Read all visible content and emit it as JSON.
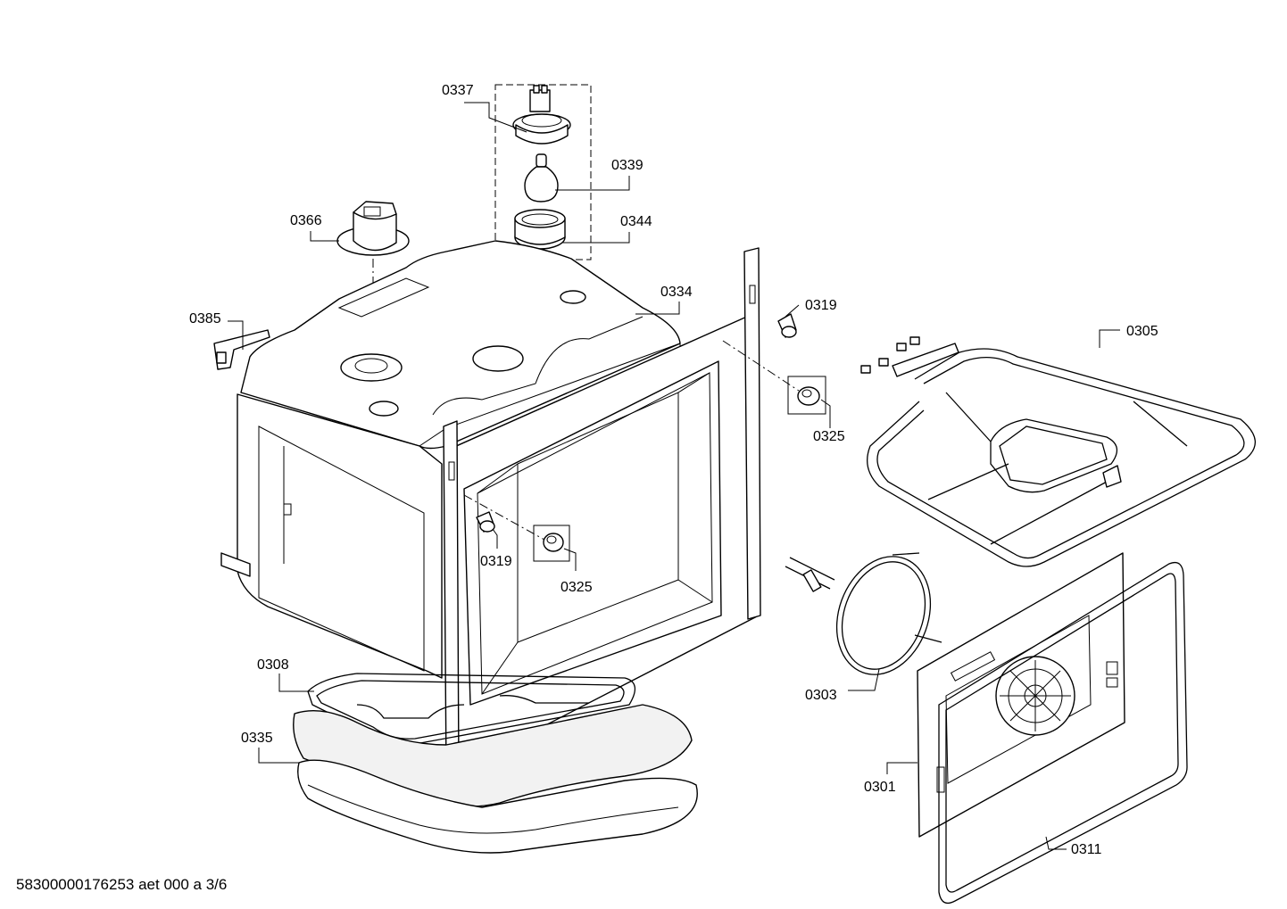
{
  "document_id": "58300000176253 aet 000 a 3/6",
  "labels": {
    "l0337": "0337",
    "l0339": "0339",
    "l0344": "0344",
    "l0366": "0366",
    "l0334": "0334",
    "l0385": "0385",
    "l0319a": "0319",
    "l0319b": "0319",
    "l0325a": "0325",
    "l0325b": "0325",
    "l0305": "0305",
    "l0308": "0308",
    "l0335": "0335",
    "l0303": "0303",
    "l0301": "0301",
    "l0311": "0311"
  }
}
